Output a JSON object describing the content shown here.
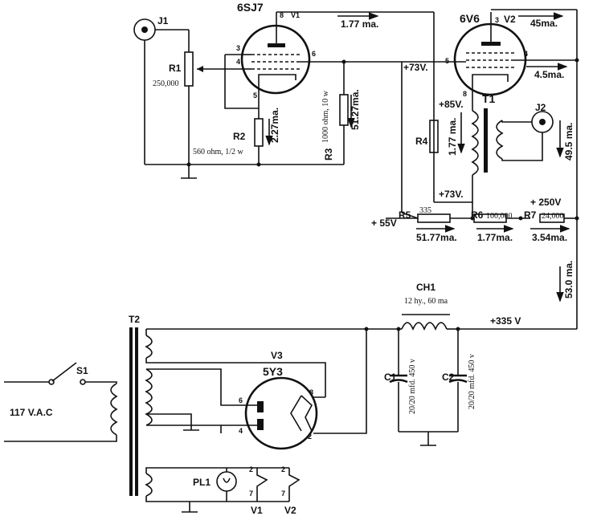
{
  "tubes": {
    "v1": {
      "label": "6SJ7",
      "designator": "V1",
      "pins": [
        "3",
        "4",
        "5",
        "6",
        "8"
      ]
    },
    "v2": {
      "label": "6V6",
      "designator": "V2",
      "pins": [
        "3",
        "5",
        "4",
        "8"
      ]
    },
    "v3": {
      "label": "5Y3",
      "designator": "V3",
      "pins": [
        "6",
        "4",
        "8",
        "2"
      ]
    }
  },
  "jacks": {
    "j1": "J1",
    "j2": "J2"
  },
  "resistors": {
    "r1": {
      "designator": "R1",
      "value": "250,000"
    },
    "r2": {
      "designator": "R2",
      "value": "560 ohm, 1/2 w"
    },
    "r3": {
      "designator": "R3",
      "value": "1000 ohm, 10 w"
    },
    "r4": {
      "designator": "R4"
    },
    "r5": {
      "designator": "R5",
      "value": "335"
    },
    "r6": {
      "designator": "R6",
      "value": "100,000"
    },
    "r7": {
      "designator": "R7",
      "value": "24,000"
    }
  },
  "transformers": {
    "t1": "T1",
    "t2": "T2"
  },
  "choke": {
    "designator": "CH1",
    "value": "12 hy., 60 ma"
  },
  "capacitors": {
    "c1": {
      "designator": "C1",
      "value": "20/20 mfd. 450 v"
    },
    "c2": {
      "designator": "C2",
      "value": "20/20 mfd. 450 v"
    }
  },
  "switch": "S1",
  "pilot_lamp": "PL1",
  "mains": "117 V.A.C",
  "heater_refs": {
    "v1": "V1",
    "v2": "V2",
    "pins_top": "2",
    "pins_bottom": "7"
  },
  "voltages": {
    "v73_plate": "+73V.",
    "v85": "+85V.",
    "v73_bias": "+73V.",
    "v250": "+ 250V",
    "v55": "+ 55V",
    "v335": "+335 V"
  },
  "currents": {
    "v1_plate": "1.77 ma.",
    "v1_cathode": "2.27ma.",
    "r3": "51.27ma.",
    "v2_plate": "45ma.",
    "v2_screen": "4.5ma.",
    "t1": "1.77 ma.",
    "j2_side": "49.5 ma.",
    "r5": "51.77ma.",
    "r6": "1.77ma.",
    "r7": "3.54ma.",
    "total": "53.0 ma."
  }
}
